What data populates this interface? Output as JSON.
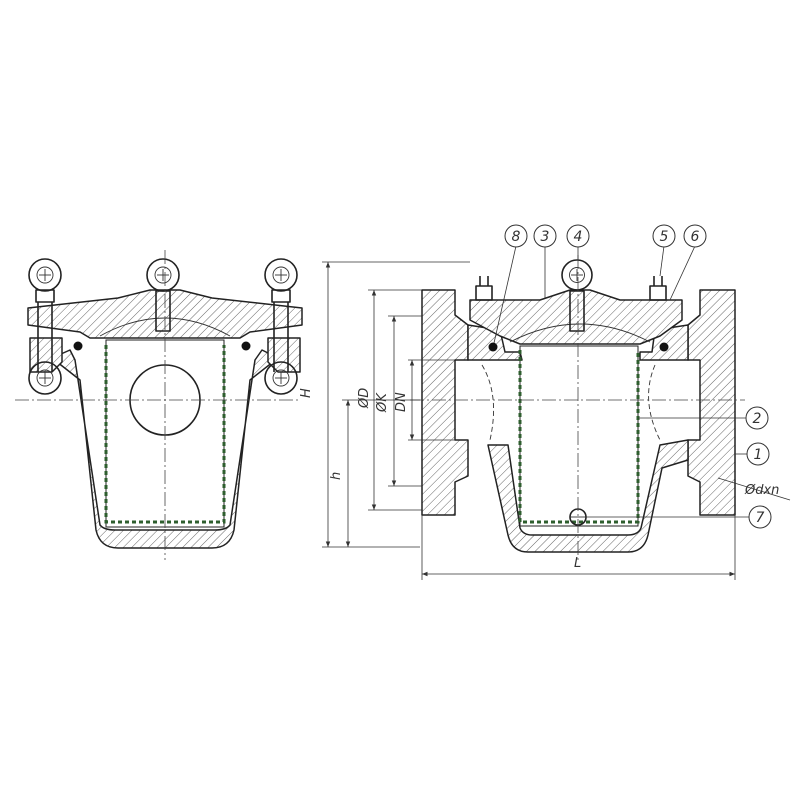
{
  "balloons": {
    "b1": "1",
    "b2": "2",
    "b3": "3",
    "b4": "4",
    "b5": "5",
    "b6": "6",
    "b7": "7",
    "b8": "8"
  },
  "dimensions": {
    "height_total": "H",
    "height_axis": "h",
    "outer_diameter": "ØD",
    "bolt_circle": "ØK",
    "nominal_diameter": "DN",
    "length": "L",
    "bolt_holes": "Ødxn"
  }
}
